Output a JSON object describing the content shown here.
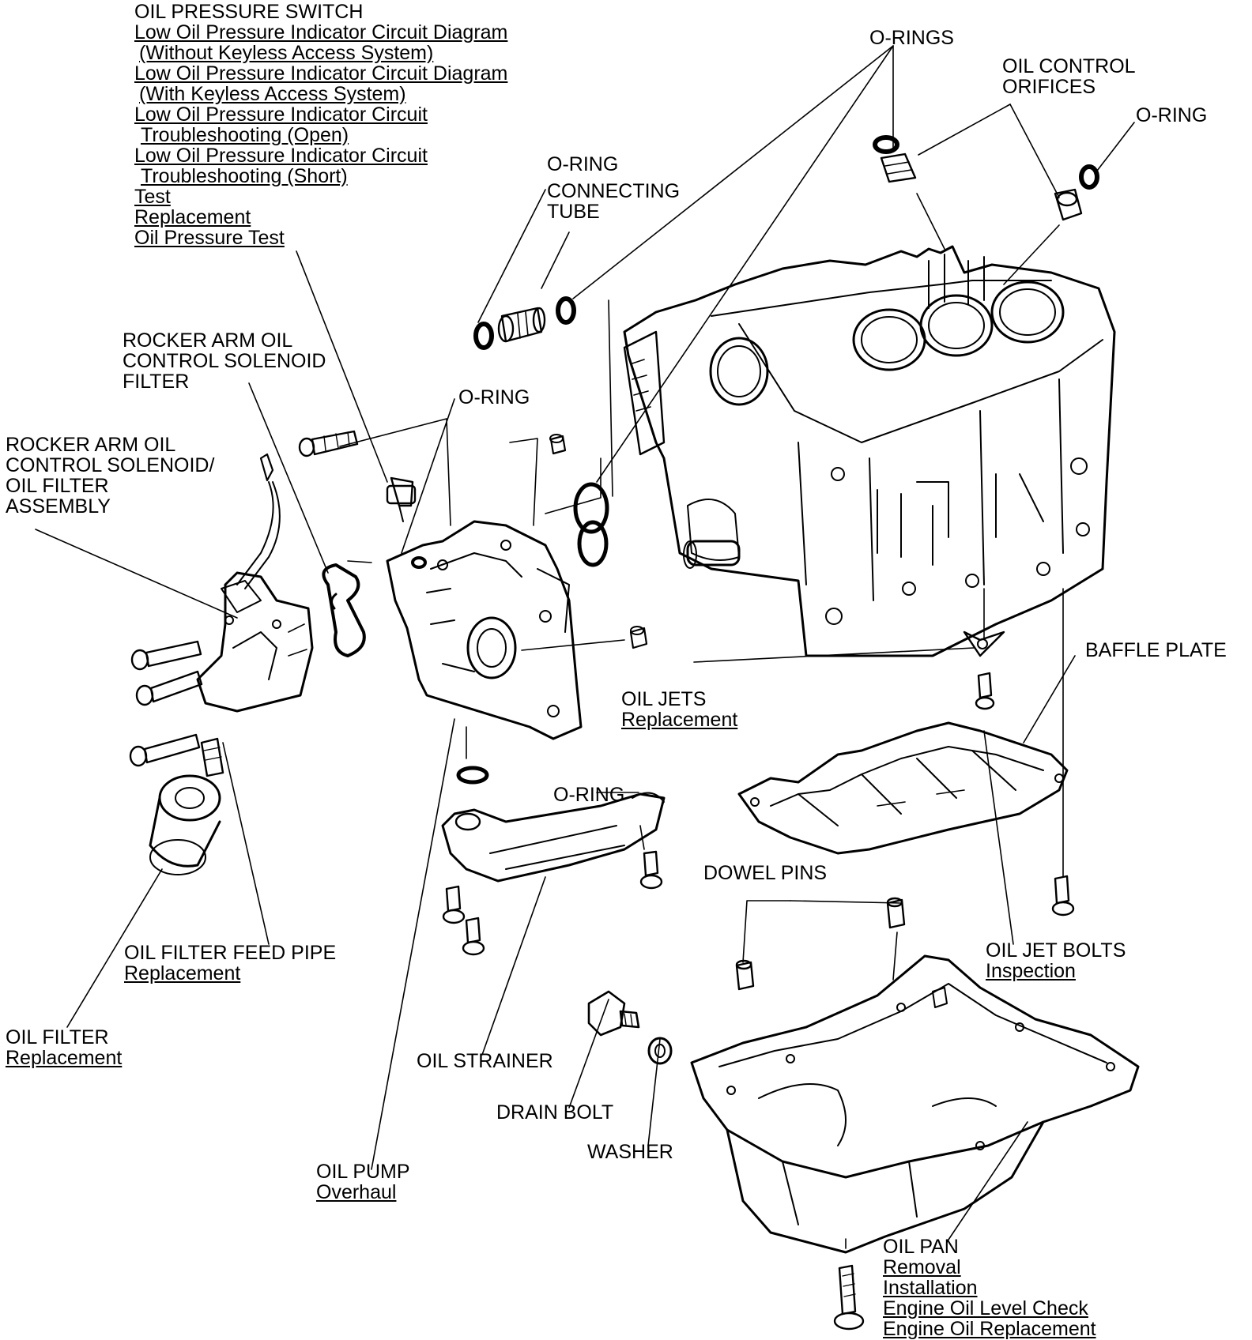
{
  "oil_pressure_switch": {
    "title": "OIL PRESSURE SWITCH",
    "links": [
      "Low Oil Pressure Indicator Circuit Diagram",
      "(Without Keyless Access System)",
      "Low Oil Pressure Indicator Circuit Diagram",
      "(With Keyless Access System)",
      "Low Oil Pressure Indicator Circuit",
      "Troubleshooting (Open)",
      "Low Oil Pressure Indicator Circuit",
      "Troubleshooting (Short)",
      "Test",
      "Replacement",
      "Oil Pressure Test"
    ]
  },
  "rocker_filter": {
    "lines": [
      "ROCKER ARM OIL",
      "CONTROL SOLENOID",
      "FILTER"
    ]
  },
  "rocker_assembly": {
    "lines": [
      "ROCKER ARM OIL",
      "CONTROL SOLENOID/",
      "OIL FILTER",
      "ASSEMBLY"
    ]
  },
  "o_ring_tube": "O-RING",
  "connecting_tube": {
    "lines": [
      "CONNECTING",
      "TUBE"
    ]
  },
  "o_rings": "O-RINGS",
  "oil_control_orifices": {
    "lines": [
      "OIL CONTROL",
      "ORIFICES"
    ]
  },
  "o_ring_right": "O-RING",
  "o_ring_pump": "O-RING",
  "baffle_plate": "BAFFLE PLATE",
  "oil_jets": {
    "title": "OIL JETS",
    "link": "Replacement"
  },
  "o_ring_strainer": "O-RING",
  "dowel_pins": "DOWEL PINS",
  "oil_filter_feed_pipe": {
    "title": "OIL FILTER FEED PIPE",
    "link": "Replacement"
  },
  "oil_jet_bolts": {
    "title": "OIL JET BOLTS",
    "link": "Inspection"
  },
  "oil_filter": {
    "title": "OIL FILTER",
    "link": "Replacement"
  },
  "oil_strainer": "OIL STRAINER",
  "drain_bolt": "DRAIN BOLT",
  "washer": "WASHER",
  "oil_pump": {
    "title": "OIL PUMP",
    "link": "Overhaul"
  },
  "oil_pan": {
    "title": "OIL PAN",
    "links": [
      "Removal",
      "Installation",
      "Engine Oil Level Check",
      "Engine Oil Replacement"
    ]
  }
}
